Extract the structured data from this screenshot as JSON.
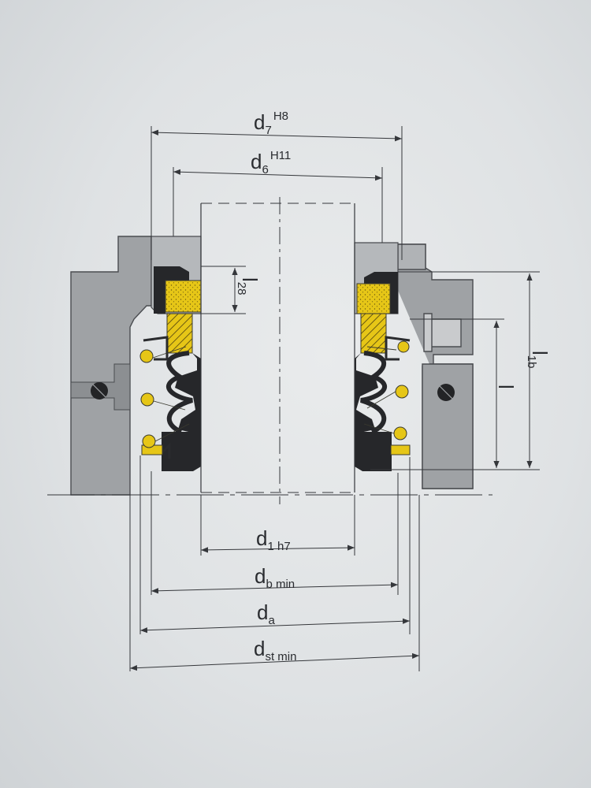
{
  "diagram": {
    "labels": {
      "d7": {
        "main": "d",
        "sub": "7",
        "sup": "H8"
      },
      "d6": {
        "main": "d",
        "sub": "6",
        "sup": "H11"
      },
      "l28": {
        "main": "l",
        "sub": "28"
      },
      "l1b": {
        "main": "l",
        "sub": "1b"
      },
      "l": {
        "main": "l"
      },
      "d1": {
        "main": "d",
        "sub": "1 h7"
      },
      "db": {
        "main": "d",
        "sub": "b min"
      },
      "da": {
        "main": "d",
        "sub": "a"
      },
      "dst": {
        "main": "d",
        "sub": "st min"
      }
    },
    "colors": {
      "housing": "#9fa2a5",
      "housing_stroke": "#4a4c50",
      "seat": "#a9acaf",
      "rubber": "#26272a",
      "face": "#e6c617",
      "line": "#35373b"
    }
  }
}
